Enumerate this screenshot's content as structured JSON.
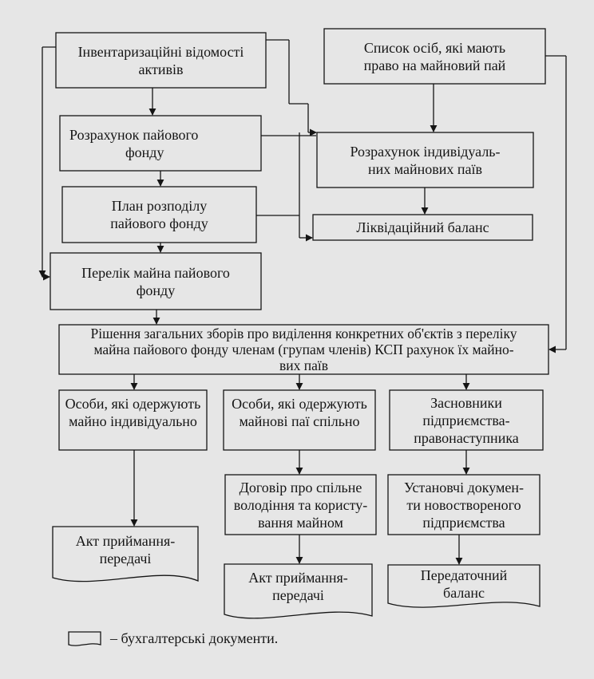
{
  "diagram": {
    "inventory": {
      "lines": [
        "Інвентаризаційні відомості",
        "активів"
      ]
    },
    "persons_list": {
      "lines": [
        "Список осіб, які мають",
        "право на майновий пай"
      ]
    },
    "fund_calc": {
      "lines": [
        "Розрахунок пайового",
        "фонду"
      ]
    },
    "individual_calc": {
      "lines": [
        "Розрахунок індивідуаль-",
        "них майнових паїв"
      ]
    },
    "distribution_plan": {
      "lines": [
        "План розподілу",
        "пайового фонду"
      ]
    },
    "liquidation_balance": {
      "lines": [
        "Ліквідаційний баланс"
      ]
    },
    "property_list": {
      "lines": [
        "Перелік майна пайового",
        "фонду"
      ]
    },
    "decision": {
      "lines": [
        "Рішення загальних зборів про виділення конкретних об'єктів з переліку",
        "майна пайового фонду членам (групам членів) КСП  рахунок їх майно-",
        "вих паїв"
      ]
    },
    "individual_recipients": {
      "lines": [
        "Особи, які одержують",
        "майно індивідуально"
      ]
    },
    "joint_recipients": {
      "lines": [
        "Особи, які одержують",
        "майнові паї спільно"
      ]
    },
    "founders": {
      "lines": [
        "Засновники",
        "підприємства-",
        "правонаступника"
      ]
    },
    "joint_agreement": {
      "lines": [
        "Договір про спільне",
        "володіння та користу-",
        "вання майном"
      ]
    },
    "founding_docs": {
      "lines": [
        "Установчі докумен-",
        "ти  новоствореного",
        "підприємства"
      ]
    },
    "act_left": {
      "lines": [
        "Акт приймання-",
        "передачі"
      ]
    },
    "act_middle": {
      "lines": [
        "Акт приймання-",
        "передачі"
      ]
    },
    "transfer_balance": {
      "lines": [
        "Передаточний",
        "баланс"
      ]
    }
  },
  "legend": {
    "text": "– бухгалтерські документи."
  }
}
